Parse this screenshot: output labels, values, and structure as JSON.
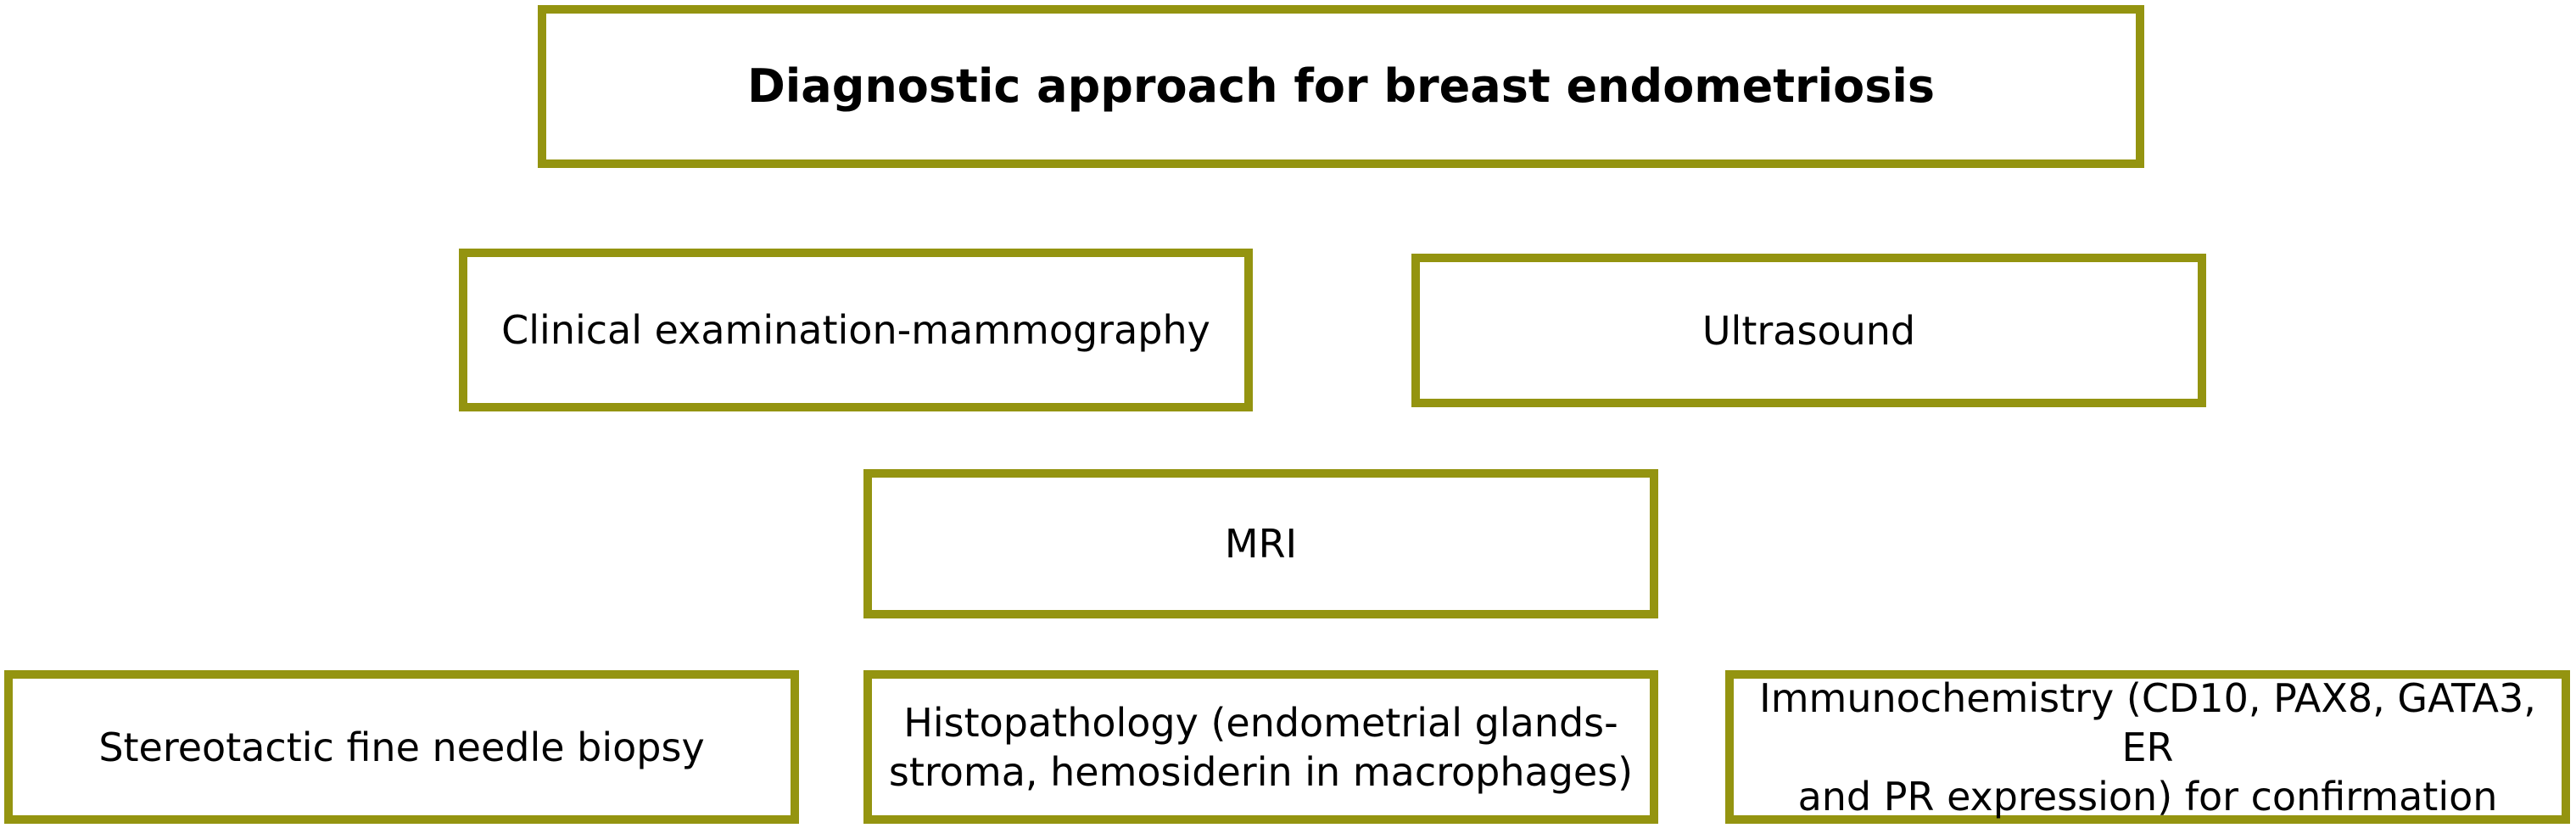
{
  "colors": {
    "box_border": "#949410",
    "background": "#ffffff",
    "text": "#000000"
  },
  "title": "Diagnostic approach for breast endometriosis",
  "nodes": {
    "clinical": "Clinical examination-mammography",
    "ultrasound": "Ultrasound",
    "mri": "MRI",
    "biopsy": "Stereotactic fine needle biopsy",
    "histopathology": "Histopathology (endometrial glands-\nstroma, hemosiderin in macrophages)",
    "immunochemistry": "Immunochemistry (CD10, PAX8, GATA3, ER\nand PR expression) for confirmation"
  }
}
